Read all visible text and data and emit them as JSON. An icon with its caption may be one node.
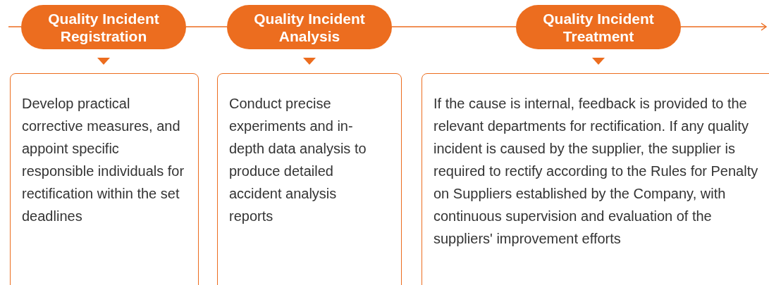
{
  "diagram": {
    "nodes": [
      {
        "text": [
          "Quality Incident Registration"
        ]
      },
      {
        "text": [
          "Quality Incident Analysis"
        ]
      },
      {
        "text": [
          "Quality Incident Treatment"
        ]
      },
      {
        "text": [
          "Develop practical corrective measures, and appoint specific responsible individuals for rectification within the set deadlines"
        ]
      },
      {
        "text": [
          "Conduct precise experiments and in-depth data analysis to produce detailed accident analysis reports"
        ]
      },
      {
        "text": [
          "If the cause is internal, feedback is provided to the relevant departments for rectification. If any quality incident is caused by the supplier, the supplier is required to rectify according to the Rules for Penalty on Suppliers established by the Company, with continuous supervision and evaluation of the suppliers' improvement efforts"
        ]
      }
    ],
    "edges": [
      {
        "from": null,
        "to": 0,
        "arrow": "none"
      },
      {
        "from": 0,
        "to": 1,
        "arrow": "none"
      },
      {
        "from": 1,
        "to": 2,
        "arrow": "none"
      },
      {
        "from": 2,
        "to": null,
        "arrow": "to"
      },
      {
        "from": 0,
        "to": 3,
        "arrow": "to"
      },
      {
        "from": 1,
        "to": 4,
        "arrow": "to"
      },
      {
        "from": 2,
        "to": 5,
        "arrow": "to"
      }
    ]
  }
}
